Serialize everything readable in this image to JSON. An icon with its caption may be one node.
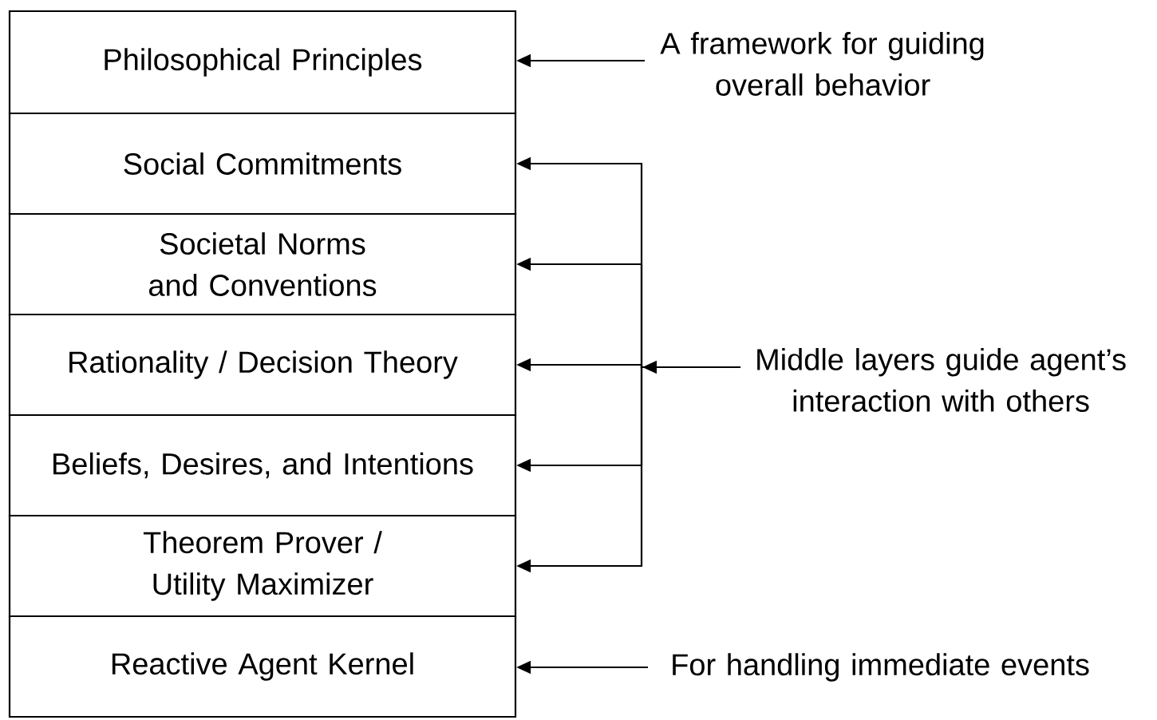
{
  "diagram": {
    "nodes": [
      {
        "text": [
          "Philosophical Principles"
        ]
      },
      {
        "text": [
          "Social Commitments"
        ]
      },
      {
        "text": [
          "Societal Norms and Conventions"
        ]
      },
      {
        "text": [
          "Rationality / Decision Theory"
        ]
      },
      {
        "text": [
          "Beliefs, Desires, and Intentions"
        ]
      },
      {
        "text": [
          "Theorem Prover / Utility Maximizer"
        ]
      },
      {
        "text": [
          "Reactive Agent Kernel"
        ]
      },
      {
        "text": [
          "A framework for guiding overall behavior"
        ]
      },
      {
        "text": [
          "Middle layers guide agent’s interaction with others"
        ]
      },
      {
        "text": [
          "For handling immediate events"
        ]
      }
    ],
    "edges": [
      {
        "from": 7,
        "to": 0,
        "arrow": "to"
      },
      {
        "from": 8,
        "to": 1,
        "arrow": "to"
      },
      {
        "from": 8,
        "to": 2,
        "arrow": "to"
      },
      {
        "from": 8,
        "to": 3,
        "arrow": "to"
      },
      {
        "from": 8,
        "to": 4,
        "arrow": "to"
      },
      {
        "from": 8,
        "to": 5,
        "arrow": "to"
      },
      {
        "from": 9,
        "to": 6,
        "arrow": "to"
      }
    ]
  }
}
